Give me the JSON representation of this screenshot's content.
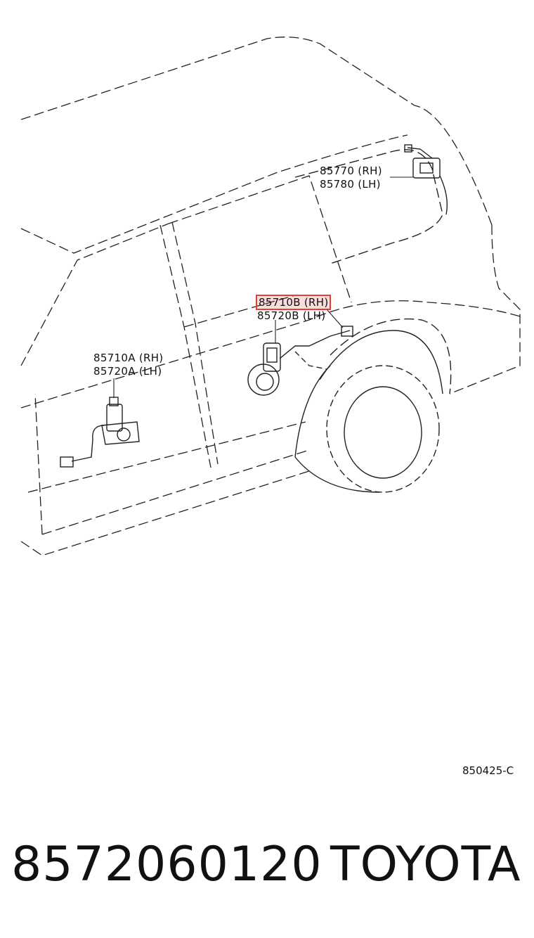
{
  "callouts": {
    "rear_quarter_rh": "85770 (RH)",
    "rear_quarter_lh": "85780 (LH)",
    "rear_door_motor_rh": "85710B (RH)",
    "rear_door_motor_lh": "85720B (LH)",
    "front_door_motor_rh": "85710A (RH)",
    "front_door_motor_lh": "85720A (LH)"
  },
  "highlighted_callout": "85710B (RH)",
  "highlight_color": "#e0403a",
  "illustration_code": "850425-C",
  "footer": {
    "part_number": "8572060120",
    "brand": "TOYOTA"
  }
}
